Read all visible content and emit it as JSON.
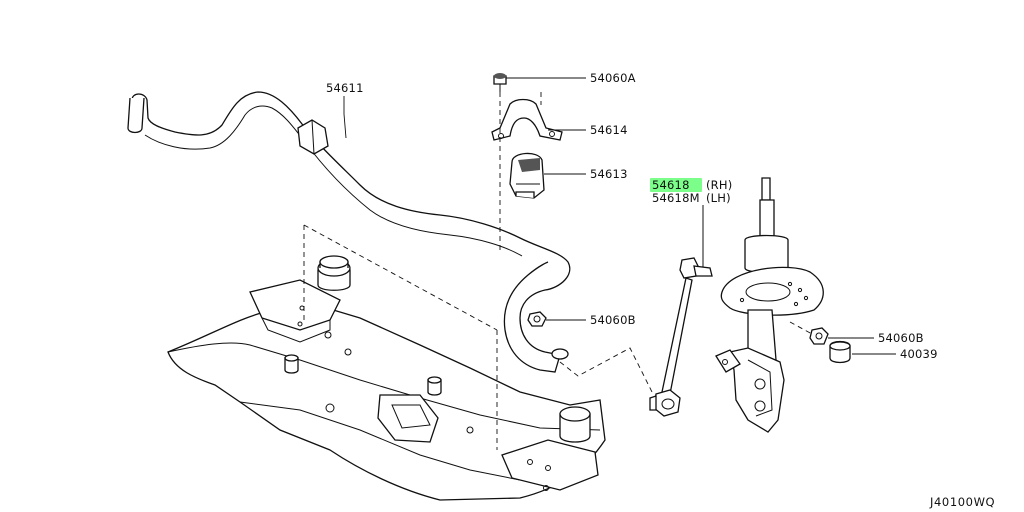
{
  "parts": {
    "stabilizer_bar": "54611",
    "bushing_bolt": "54060A",
    "bushing_clamp": "54614",
    "bushing": "54613",
    "link_rh": "54618",
    "link_rh_side": "(RH)",
    "link_lh": "54618M",
    "link_lh_side": "(LH)",
    "nut_lower": "54060B",
    "nut_strut": "54060B",
    "cap": "40039"
  },
  "highlight": {
    "part": "link_rh",
    "color": "#7CFF8A"
  },
  "diagram_code": "J40100WQ"
}
